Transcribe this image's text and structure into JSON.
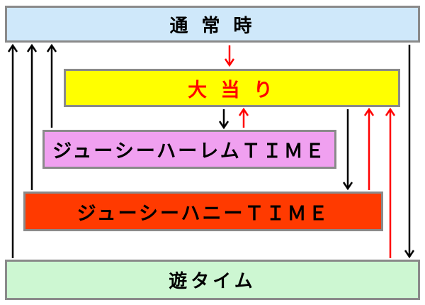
{
  "nodes": {
    "normal": {
      "label": "通 常 時",
      "fill": "#cfe8fa"
    },
    "jackpot": {
      "label": "大 当 り",
      "fill": "#ffff00"
    },
    "harem": {
      "label": "ジューシーハーレムＴＩＭＥ",
      "fill": "#f0a0f0"
    },
    "honey": {
      "label": "ジューシーハニーＴＩＭＥ",
      "fill": "#ff3a00"
    },
    "yuu": {
      "label": "遊タイム",
      "fill": "#cdf7d2"
    }
  },
  "colors": {
    "black_arrow": "#000000",
    "red_arrow": "#ff0000",
    "border": "#8a8a8a"
  },
  "edges": [
    {
      "from": "normal",
      "to": "jackpot",
      "color": "red"
    },
    {
      "from": "jackpot",
      "to": "harem",
      "color": "black"
    },
    {
      "from": "harem",
      "to": "jackpot",
      "color": "red"
    },
    {
      "from": "harem",
      "to": "normal",
      "color": "black"
    },
    {
      "from": "honey",
      "to": "normal",
      "color": "black"
    },
    {
      "from": "yuu",
      "to": "normal",
      "color": "black"
    },
    {
      "from": "jackpot",
      "to": "honey",
      "color": "black"
    },
    {
      "from": "honey",
      "to": "jackpot",
      "color": "red"
    },
    {
      "from": "yuu",
      "to": "jackpot",
      "color": "red"
    },
    {
      "from": "normal",
      "to": "yuu",
      "color": "black"
    }
  ]
}
